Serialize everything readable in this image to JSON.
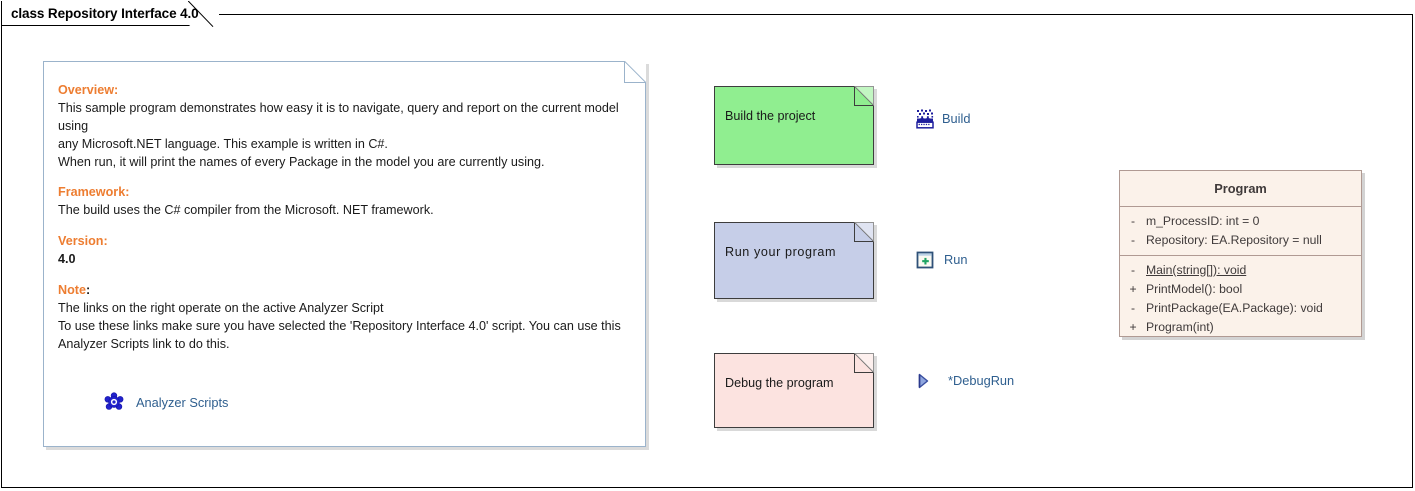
{
  "diagram": {
    "title": "class Repository Interface 4.0"
  },
  "overview_note": {
    "sections": [
      {
        "heading": "Overview:",
        "heading_suffix": "",
        "lines": [
          "This sample program demonstrates how easy it is to navigate, query and report on the current model using",
          "any Microsoft.NET language. This example is written in C#.",
          "When run, it will print the names of every Package in the model you are currently using."
        ],
        "bold_body": false
      },
      {
        "heading": "Framework:",
        "heading_suffix": "",
        "lines": [
          "The build uses the C# compiler from the Microsoft. NET framework."
        ],
        "bold_body": false
      },
      {
        "heading": "Version:",
        "heading_suffix": "",
        "lines": [
          "4.0"
        ],
        "bold_body": true
      },
      {
        "heading": "Note",
        "heading_suffix": ":",
        "lines": [
          "The links on the right operate on the active Analyzer Script",
          "To use these links make sure you have selected the 'Repository Interface 4.0' script. You can use this",
          "Analyzer Scripts link to do this."
        ],
        "bold_body": false
      }
    ],
    "link": {
      "icon": "analyzer-scripts-icon",
      "label": "Analyzer Scripts"
    }
  },
  "sticky_notes": [
    {
      "id": "build",
      "label": "Build the project",
      "color": "#90EE90"
    },
    {
      "id": "run",
      "label": "Run your program",
      "color": "#C6CEE8"
    },
    {
      "id": "debug",
      "label": "Debug the program",
      "color": "#FCE3E0"
    }
  ],
  "actions": [
    {
      "id": "build",
      "icon": "build-icon",
      "label": "Build"
    },
    {
      "id": "run",
      "icon": "run-icon",
      "label": "Run"
    },
    {
      "id": "debug",
      "icon": "debug-run-icon",
      "label": "*DebugRun"
    }
  ],
  "uml_class": {
    "name": "Program",
    "attributes": [
      {
        "visibility": "-",
        "signature": "m_ProcessID: int = 0",
        "static": false
      },
      {
        "visibility": "-",
        "signature": "Repository: EA.Repository = null",
        "static": false
      }
    ],
    "operations": [
      {
        "visibility": "-",
        "signature": "Main(string[]): void",
        "static": true
      },
      {
        "visibility": "+",
        "signature": "PrintModel(): bool",
        "static": false
      },
      {
        "visibility": "-",
        "signature": "PrintPackage(EA.Package): void",
        "static": false
      },
      {
        "visibility": "+",
        "signature": "Program(int)",
        "static": false
      }
    ]
  },
  "colors": {
    "heading_orange": "#ED7D31",
    "link_blue": "#2f5f8f",
    "class_fill": "#FBF2EA",
    "class_border": "#B09A93",
    "note_border": "#9bb3cb"
  }
}
